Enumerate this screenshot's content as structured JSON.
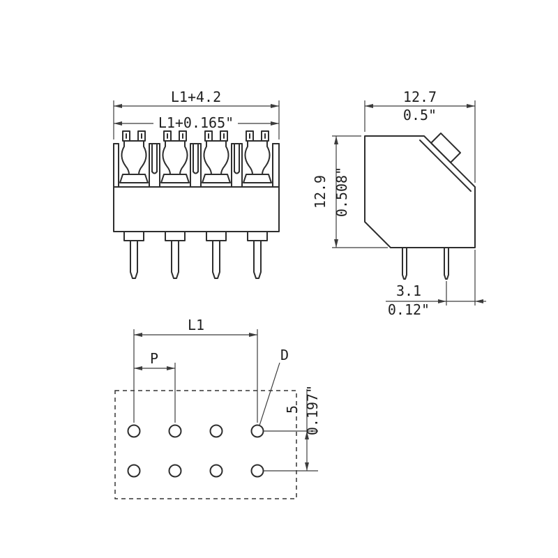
{
  "page": {
    "background": "#ffffff"
  },
  "drawing": {
    "line_color": "#2e2e2e",
    "dim_color": "#3c3c3c",
    "front_view": {
      "width_mm": "L1+4.2",
      "width_inch": "L1+0.165\""
    },
    "side_view": {
      "width_mm": "12.7",
      "width_inch": "0.5\"",
      "height_mm": "12.9",
      "height_inch": "0.508\"",
      "pin_edge_mm": "3.1",
      "pin_edge_inch": "0.12\""
    },
    "footprint_view": {
      "length": "L1",
      "pitch": "P",
      "hole_diameter": "D",
      "row_spacing_mm": "5",
      "row_spacing_inch": "0.197\""
    }
  }
}
